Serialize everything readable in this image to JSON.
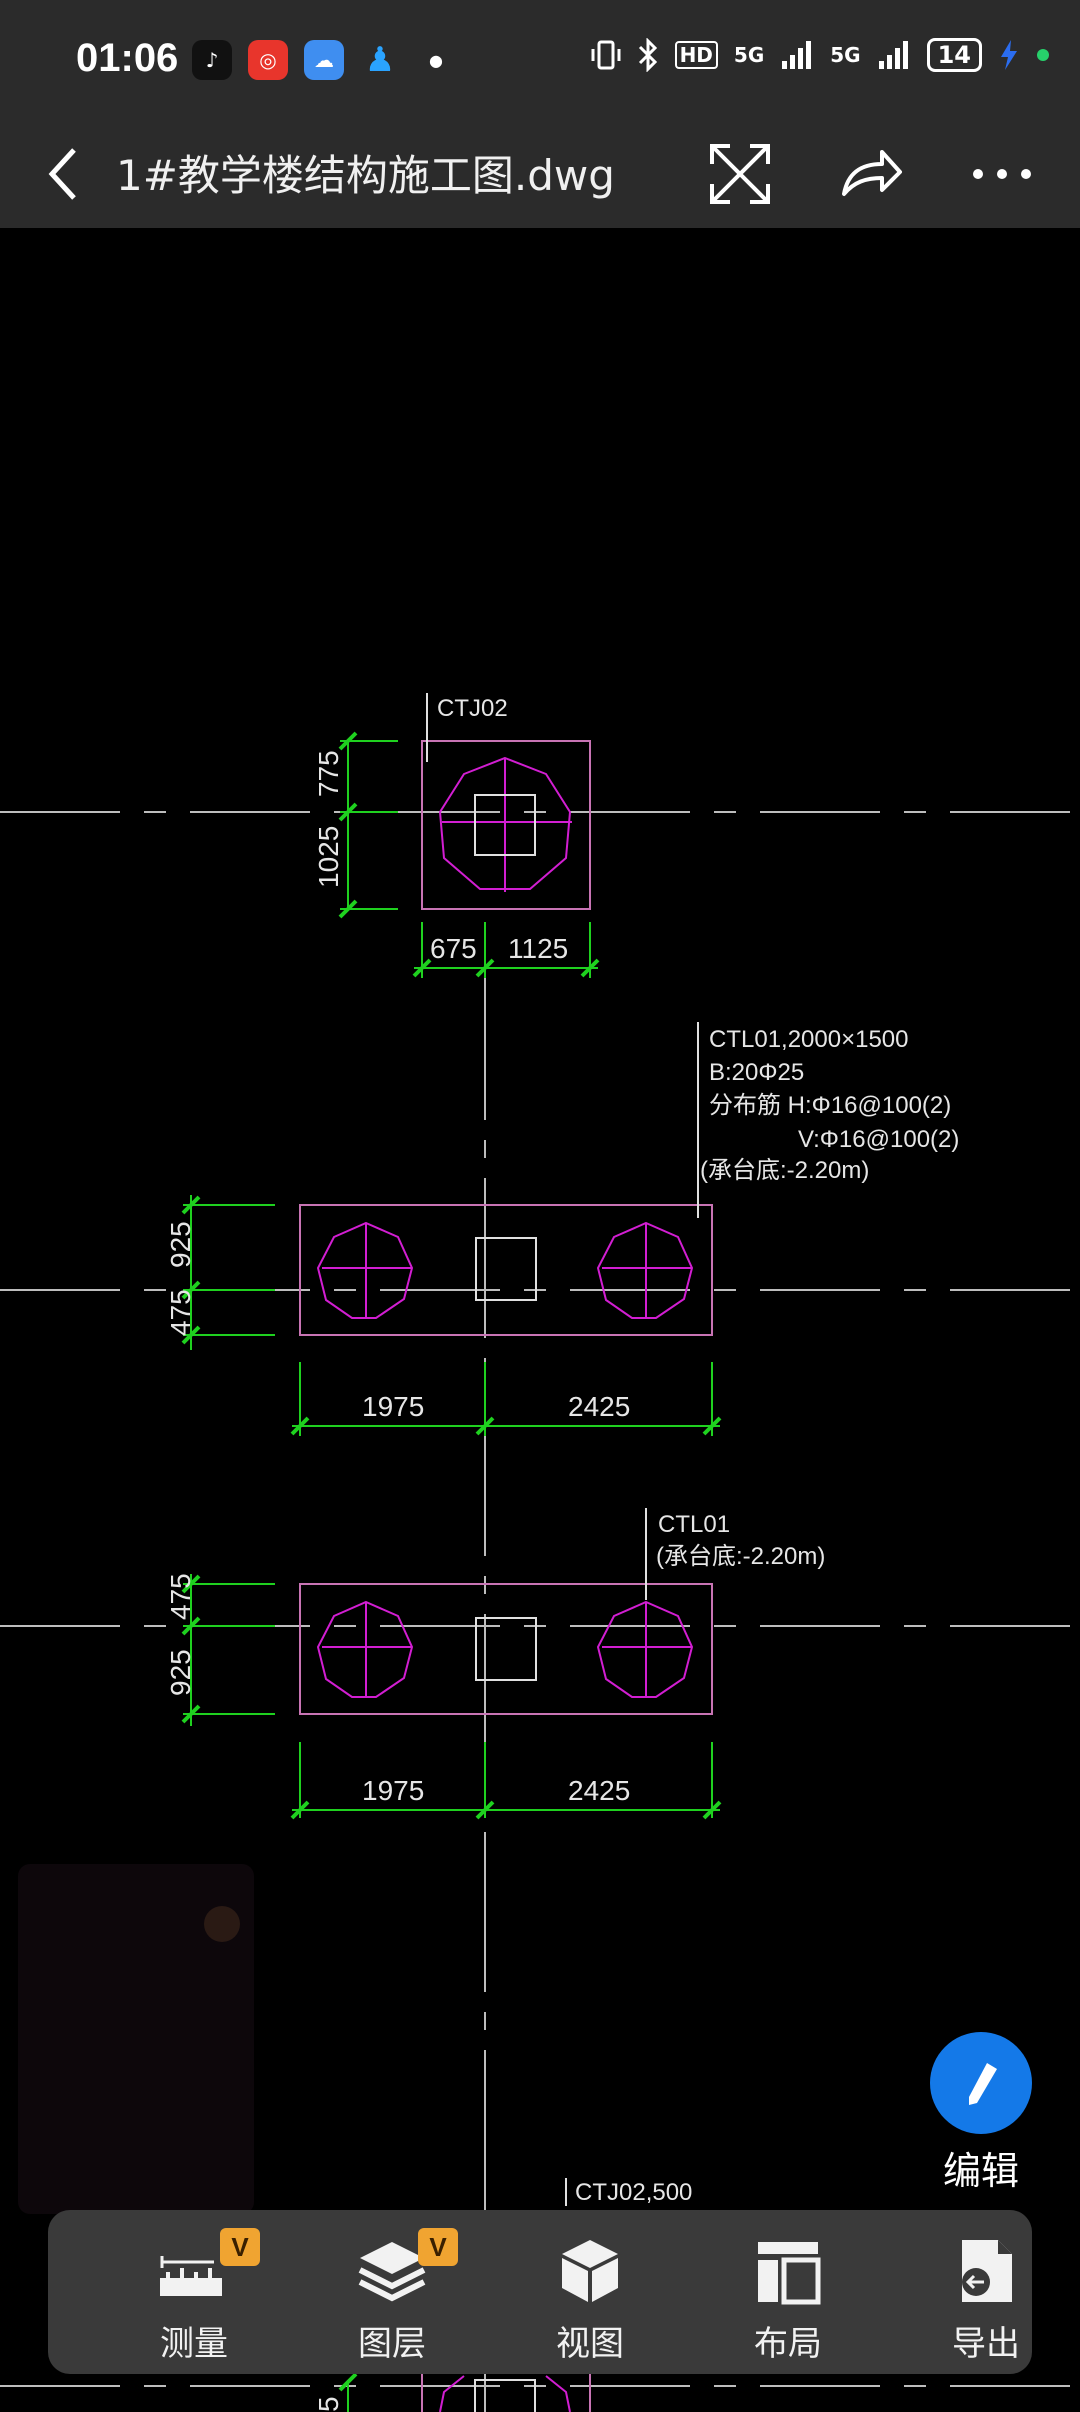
{
  "status_bar": {
    "time": "01:06",
    "battery": "14",
    "network_1": "5G",
    "network_2": "5G",
    "hd_badge": "HD"
  },
  "title_bar": {
    "title": "1#教学楼结构施工图.dwg"
  },
  "drawing": {
    "label_ctj02_top": "CTJ02",
    "label_ctj02_bottom": "CTJ02,500",
    "dim_775": "775",
    "dim_1025": "1025",
    "dim_675": "675",
    "dim_1125": "1125",
    "ctl01_spec_line1": "CTL01,2000×1500",
    "ctl01_spec_line2": "B:20Φ25",
    "ctl01_spec_line3": "分布筋  H:Φ16@100(2)",
    "ctl01_spec_line4": "V:Φ16@100(2)",
    "ctl01_spec_line5": "(承台底:-2.20m)",
    "dim_925_a": "925",
    "dim_475_a": "475",
    "dim_1975_a": "1975",
    "dim_2425_a": "2425",
    "ctl01_label": "CTL01",
    "ctl01_base": "(承台底:-2.20m)",
    "dim_475_b": "475",
    "dim_925_b": "925",
    "dim_1975_b": "1975",
    "dim_2425_b": "2425",
    "dim_bottom_partial": "5"
  },
  "edit_button": {
    "label": "编辑"
  },
  "toolbar": {
    "measure_label": "测量",
    "layers_label": "图层",
    "view_label": "视图",
    "layout_label": "布局",
    "export_label": "导出",
    "vip_badge": "V"
  },
  "colors": {
    "axis_line": "#bdbdbd",
    "dimension": "#1fd11f",
    "outline": "#c874b4",
    "pile": "#d21ed2",
    "text": "#e6e6e6",
    "accent": "#1479e8",
    "vip": "#f0a431"
  }
}
